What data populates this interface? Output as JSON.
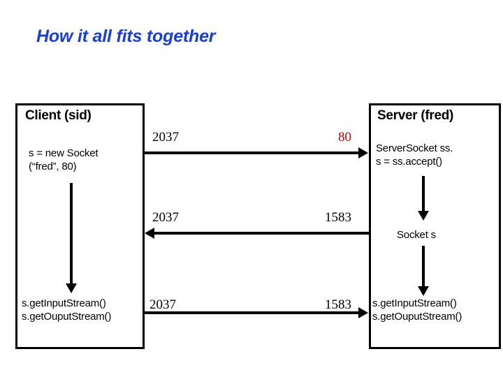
{
  "slide": {
    "title": "How it all fits together",
    "title_color": "#1a3fd0",
    "background": "#ffffff"
  },
  "client": {
    "title": "Client (sid)",
    "code_line1": "s = new Socket",
    "code_line2": "(“fred”, 80)",
    "stream_line1": "s.getInputStream()",
    "stream_line2": "s.getOuputStream()"
  },
  "server": {
    "title": "Server (fred)",
    "code_line1": "ServerSocket ss.",
    "code_line2": "s = ss.accept()",
    "socket_label": "Socket s",
    "stream_line1": "s.getInputStream()",
    "stream_line2": "s.getOuputStream()"
  },
  "flows": [
    {
      "direction": "client-to-server",
      "source_port": "2037",
      "dest_port": "80",
      "dest_port_color": "#c00000"
    },
    {
      "direction": "server-to-client",
      "source_port": "2037",
      "dest_port": "1583",
      "dest_port_color": "#000000"
    },
    {
      "direction": "client-to-server",
      "source_port": "2037",
      "dest_port": "1583",
      "dest_port_color": "#000000"
    }
  ]
}
